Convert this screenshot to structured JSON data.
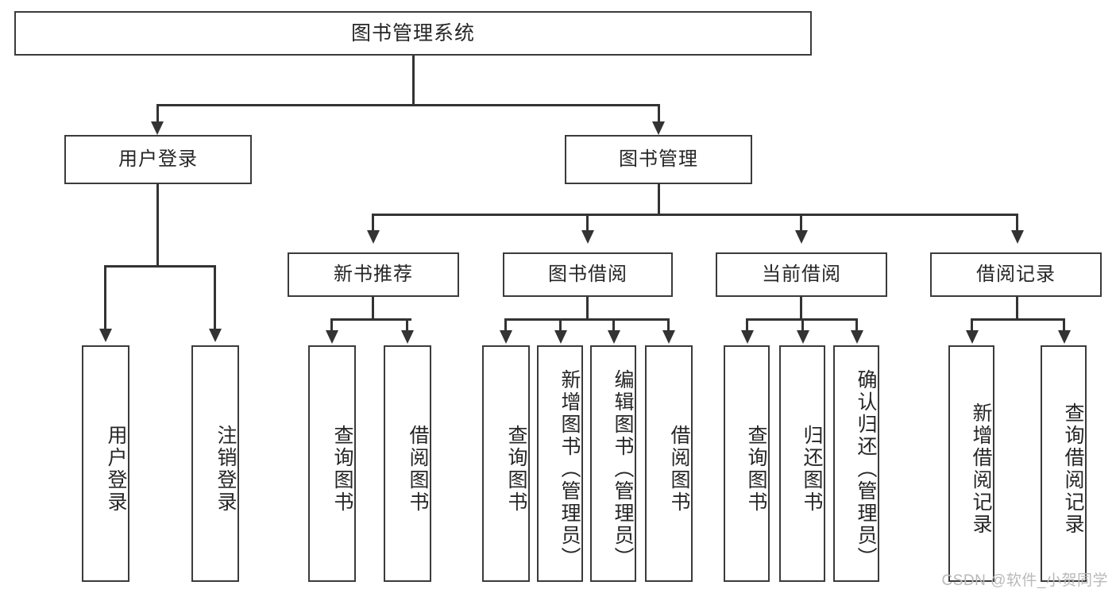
{
  "diagram": {
    "title": "图书管理系统",
    "watermark": "CSDN @软件_小贺同学",
    "type": "tree-hierarchy-functional-decomposition",
    "colors": {
      "box_border": "#3b3b3b",
      "box_fill": "#ffffff",
      "connector": "#333333",
      "text": "#262626",
      "watermark": "#b9b9b9",
      "background": "#ffffff"
    },
    "root": {
      "label": "图书管理系统"
    },
    "level1": [
      {
        "label": "用户登录"
      },
      {
        "label": "图书管理"
      }
    ],
    "level2": [
      {
        "label": "新书推荐"
      },
      {
        "label": "图书借阅"
      },
      {
        "label": "当前借阅"
      },
      {
        "label": "借阅记录"
      }
    ],
    "leaves": {
      "user_login": [
        {
          "label": "用户登录"
        },
        {
          "label": "注销登录"
        }
      ],
      "new_book_recommend": [
        {
          "label": "查询图书"
        },
        {
          "label": "借阅图书"
        }
      ],
      "book_borrow": [
        {
          "label": "查询图书"
        },
        {
          "label": "新增图书（管理员）"
        },
        {
          "label": "编辑图书（管理员）"
        },
        {
          "label": "借阅图书"
        }
      ],
      "current_borrow": [
        {
          "label": "查询图书"
        },
        {
          "label": "归还图书"
        },
        {
          "label": "确认归还（管理员）"
        }
      ],
      "borrow_record": [
        {
          "label": "新增借阅记录"
        },
        {
          "label": "查询借阅记录"
        }
      ]
    }
  }
}
